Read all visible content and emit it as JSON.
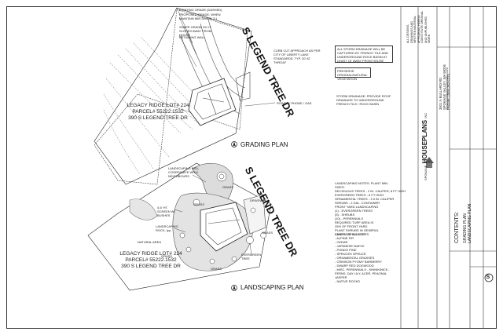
{
  "grading_plan": {
    "street": "S LEGEND TREE DR",
    "lot_lines": [
      "LEGACY RIDGE LOT# 224",
      "PARCEL# 55222.1532",
      "390 S LEGEND TREE DR"
    ],
    "title": "GRADING PLAN",
    "notes": {
      "existing_grade": "EXISTING GRADE (DASHED)",
      "proposed_grade": "PROPOSED GRADE, WHEN MAINTAIN MIN SLOPE 2:1",
      "shape_grade": "SHAPE GRADE SO IT SLOPES AWAY FROM HOUSE",
      "retaining": "RETAINING WALL",
      "curb_cut": "CURB CUT APPROACH AS PER CITY OF LIBERTY LAKE STANDARDS, TYP. 20' AT THROAT",
      "power": "POWER / PHONE / GAS",
      "storm": "STORM DRAINAGE: PROVIDE ROOF DRAINAGE TO UNDERGROUND FRENCH TILE / ROCK BASIN"
    }
  },
  "landscaping_plan": {
    "street": "S LEGEND TREE DR",
    "lot_lines": [
      "LEGACY RIDGE LOT# 224",
      "PARCEL# 55222.1532",
      "390 S LEGEND TREE DR"
    ],
    "title": "LANDSCAPING PLAN",
    "labels": {
      "landscaping_bed": "LANDSCAPING BED, COORDINATE WITH NEIGHBOURS",
      "screen": "4-6' HT. SCREEN W/ BUSHES",
      "rock": "LANDSCAPING ROCK, typ.",
      "natural_area": "NATURAL AREA",
      "driveway": "DRIVEWAY",
      "grass": "GRASS",
      "evergreen": "EVERGREEN TREE"
    }
  },
  "side_notes": {
    "storm_box": "ALL STORM DRAINAGE WILL BE CAPTURED BY FRENCH TILE AND UNDERGROUND ROCK BASIN AT LEAST 10' AWAY FROM HOUSE",
    "preserve_box": "PRESERVE ORIGINAL/NATURAL VEGETATION",
    "landscape_notes_title": "LANDSCAPING NOTES: PLANT MIN. SIZES:",
    "landscape_notes": [
      "DECIDUOUS TREES - 2 IN. CALIPER, 8 FT HIGH",
      "EVERGREEN TREES - 6 FT HIGH",
      "ORNAMENTAL TREES - 1.5 IN. CALIPER",
      "SHRUBS - 2 GAL. CONTAINER",
      "FRONT YARD LANDSCAPING",
      "(1) - EVERGREEN TREES",
      "(5) - SHRUBS",
      "(10) - PERENNIALS",
      "REQUIRED TURF AREA IS",
      "25% OF FRONT YARD",
      "PLANT SHRUBS IN GENERAL",
      "CENTS OR CLUSTERS"
    ],
    "plant_list_title": "LANDSCAPING LIST:",
    "plant_list": [
      "- ALPINE FIR",
      "- CEDAR",
      "- JAPANESE MAPLE",
      "- PONDO PINE",
      "- SPRUCES SPRUCE",
      "- ORNAMENTAL GRASSES",
      "- CRIMSON PYGMY BARBERRY",
      "- DWARF RED DOGWOOD",
      "- MISC. PERENNIALS - KINNIKINICK,",
      "  FERNS, DAY LILY, ACER, PEAONIA,",
      "  JASPER",
      "- NATIVE ROCKS"
    ]
  },
  "title_block": {
    "company_first": "SPOKANE",
    "company_second": "HOUSE",
    "company_third": "PLANS",
    "company_suffix": "INC",
    "address": "3501 N BULLARD RD",
    "city": "SPOKANE VALLEY, WA 99206",
    "phone": "PHONE: (509) 362-2374",
    "web": "www.spokanehouseplans.com",
    "contents_label": "CONTENTS:",
    "contents_1": "GRADING PLAN",
    "contents_2": "LANDSCAPING PLAN",
    "copyright": "ALL DESIGNS, DRAWINGS AND WRITTEN MATERIAL APPEARING HEREIN CONSTITUTE ORIGINAL AND UNPUBLISHED WORK",
    "sheet": "S"
  },
  "colors": {
    "line": "#222222",
    "shade": "#d9d9d9",
    "ink": "#111111"
  }
}
